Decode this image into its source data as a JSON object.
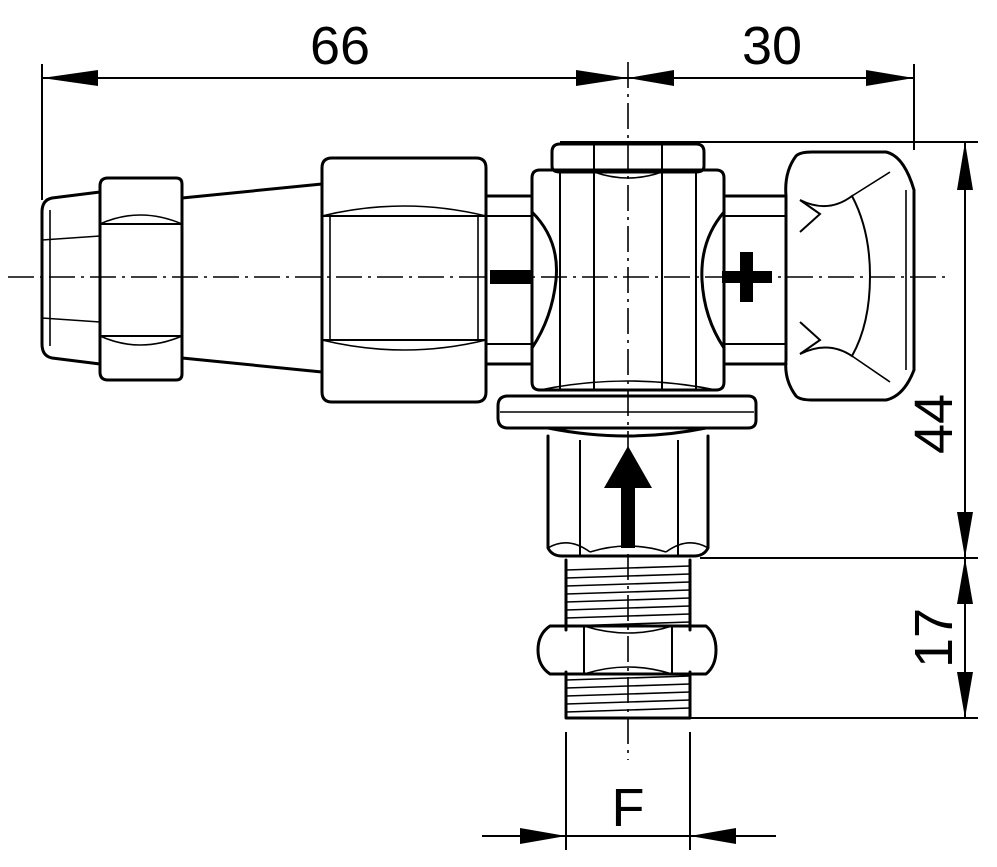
{
  "dimensions": {
    "left_length": "66",
    "right_length": "30",
    "upper_height": "44",
    "thread_height": "17",
    "thread_size": "F"
  },
  "colors": {
    "line": "#000000",
    "background": "#ffffff"
  }
}
